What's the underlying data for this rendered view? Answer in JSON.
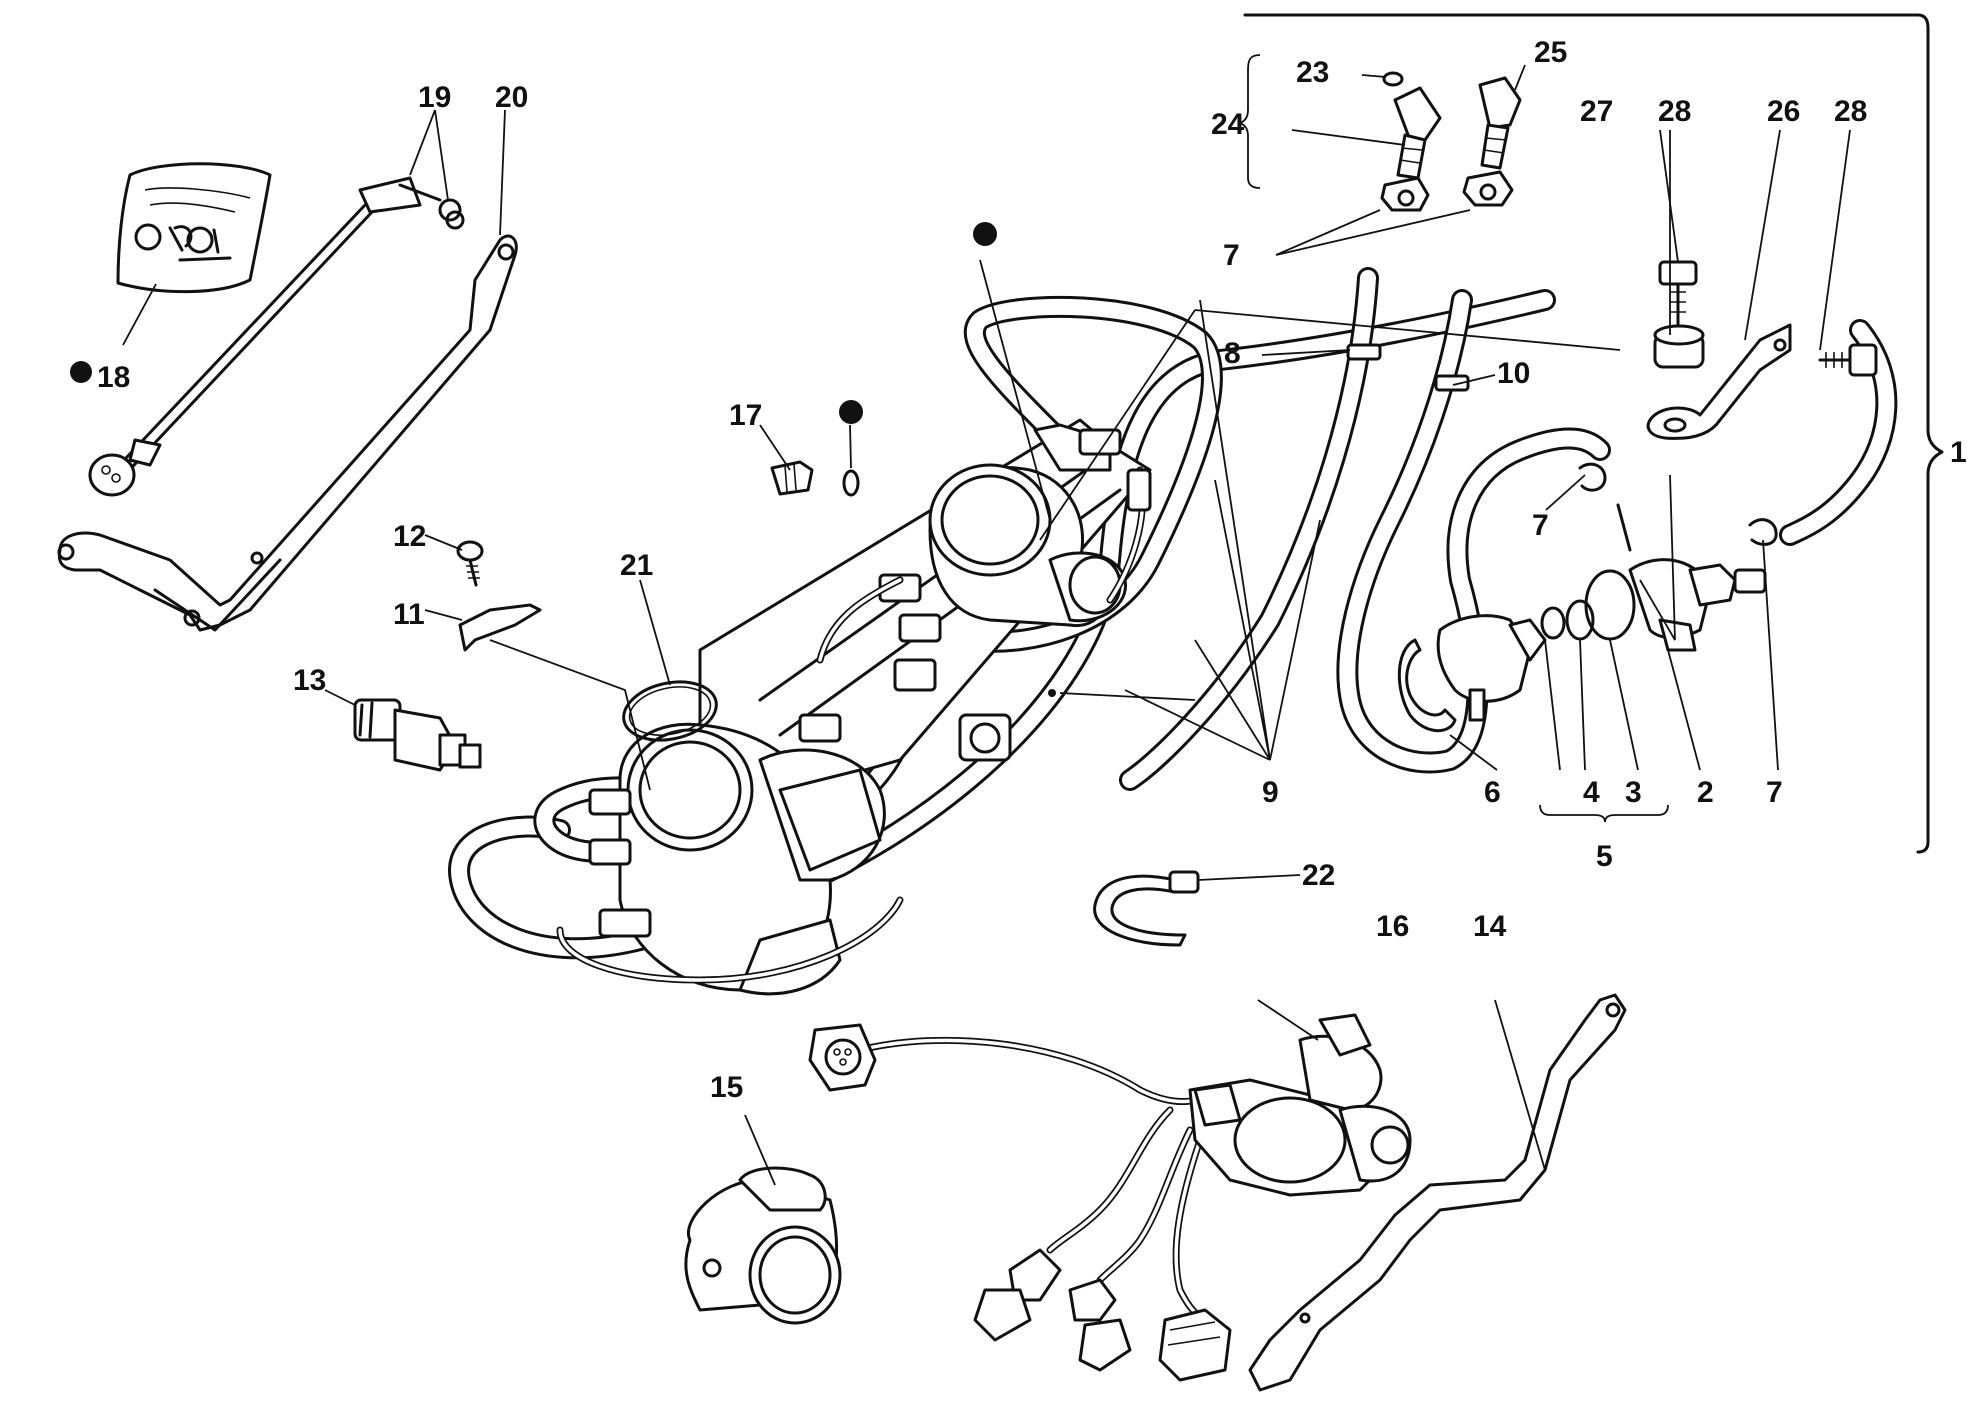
{
  "callouts": {
    "c1": "1",
    "c2": "2",
    "c3": "3",
    "c4": "4",
    "c5": "5",
    "c6": "6",
    "c7_top": "7",
    "c7_mid": "7",
    "c7_right": "7",
    "c8": "8",
    "c9": "9",
    "c10": "10",
    "c11": "11",
    "c12": "12",
    "c13": "13",
    "c14": "14",
    "c15": "15",
    "c16": "16",
    "c17": "17",
    "c18": "18",
    "c19": "19",
    "c20": "20",
    "c21": "21",
    "c22": "22",
    "c23": "23",
    "c24": "24",
    "c25": "25",
    "c26": "26",
    "c27": "27",
    "c28_left": "28",
    "c28_right": "28"
  },
  "markers": {
    "bullet_count": 3,
    "bullet_color": "#111111"
  }
}
